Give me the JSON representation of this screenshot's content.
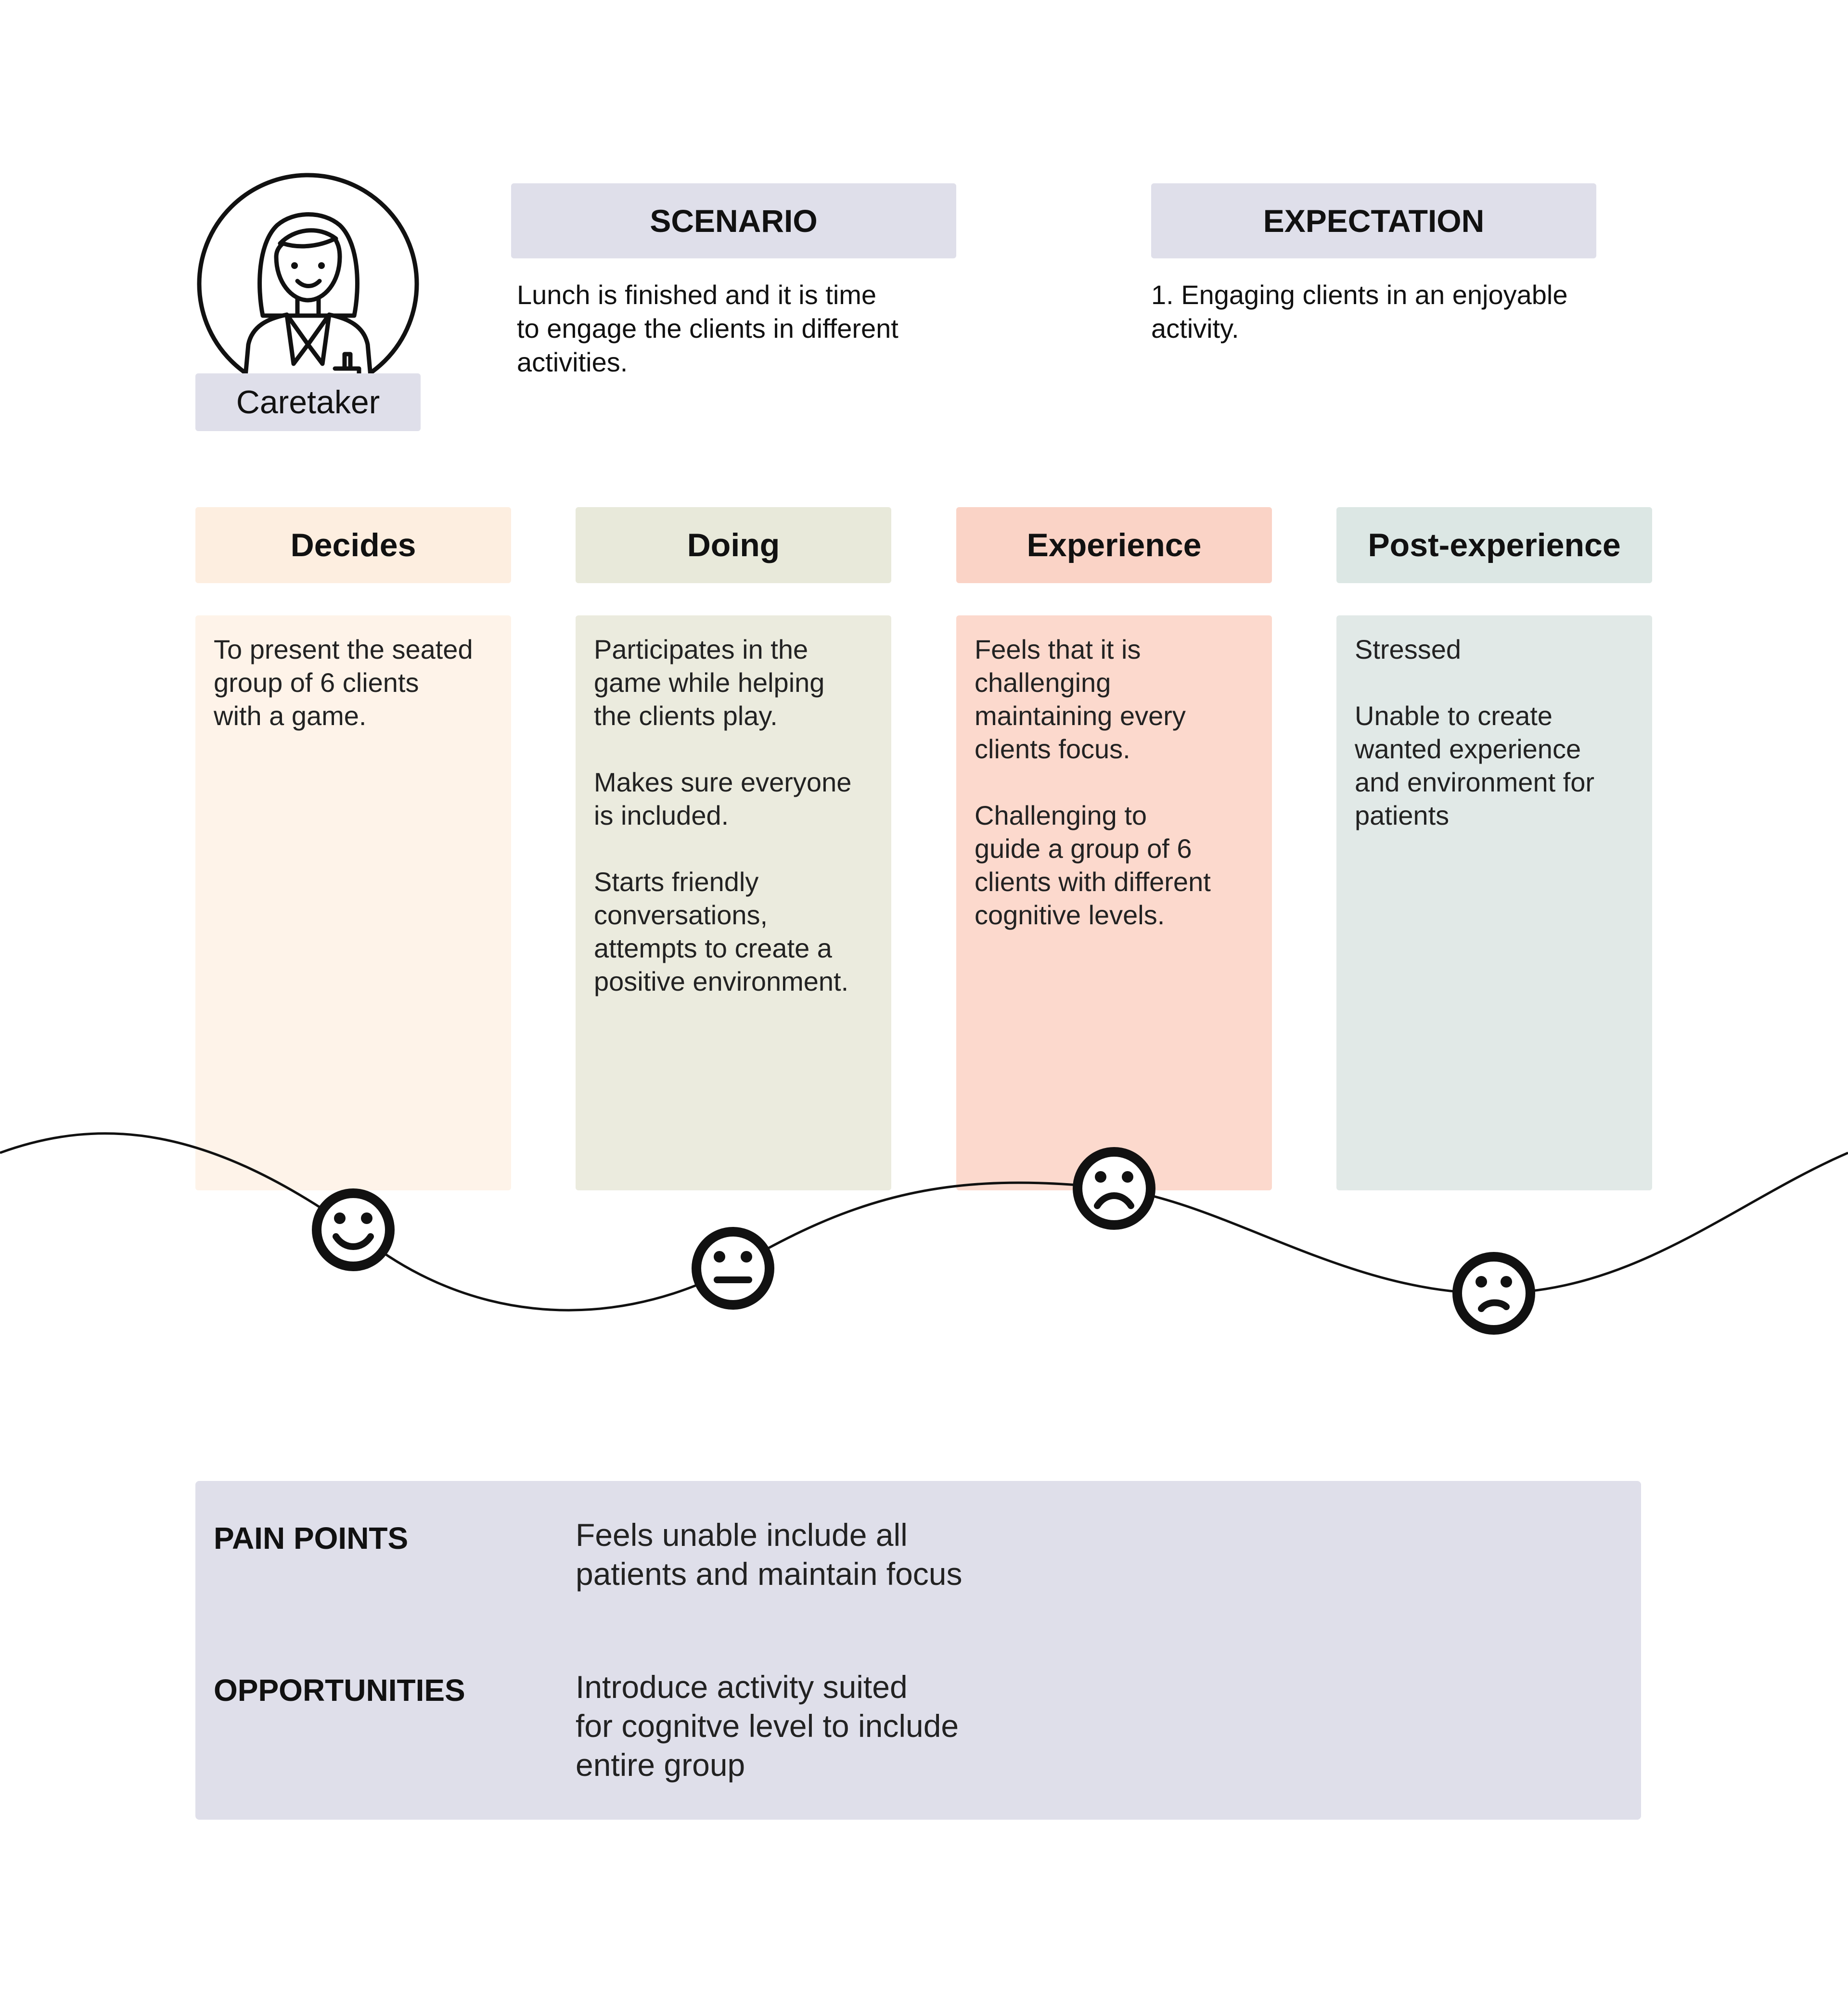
{
  "persona": {
    "label": "Caretaker",
    "icon": "caretaker-avatar-icon"
  },
  "scenario": {
    "title": "SCENARIO",
    "text": "Lunch is finished and it is time\nto engage the clients in different\nactivities."
  },
  "expectation": {
    "title": "EXPECTATION",
    "text": "1. Engaging clients in an enjoyable\nactivity."
  },
  "stages": [
    {
      "title": "Decides",
      "body": "To present the seated\ngroup of 6 clients\nwith a game.",
      "head_color": "#fdeee0",
      "body_color": "#fef3e9",
      "emotion": "happy-face-icon"
    },
    {
      "title": "Doing",
      "body": "Participates in the\ngame while helping\nthe clients play.\n\nMakes sure everyone\nis included.\n\nStarts friendly\nconversations,\nattempts to create a\npositive environment.",
      "head_color": "#e8e9da",
      "body_color": "#ebebde",
      "emotion": "neutral-face-icon"
    },
    {
      "title": "Experience",
      "body": "Feels that it is\nchallenging\nmaintaining every\nclients focus.\n\nChallenging to\nguide a group of 6\nclients with different\ncognitive levels.",
      "head_color": "#fad3c6",
      "body_color": "#fcd9cd",
      "emotion": "very-sad-face-icon"
    },
    {
      "title": "Post-experience",
      "body": "Stressed\n\nUnable to create\nwanted experience\nand environment for\npatients",
      "head_color": "#dce7e4",
      "body_color": "#e1e9e7",
      "emotion": "sad-face-icon"
    }
  ],
  "pain_points": {
    "label": "PAIN POINTS",
    "text": "Feels unable include all\npatients and maintain focus"
  },
  "opportunities": {
    "label": "OPPORTUNITIES",
    "text": "Introduce activity suited\nfor cognitve level to include\nentire group"
  }
}
